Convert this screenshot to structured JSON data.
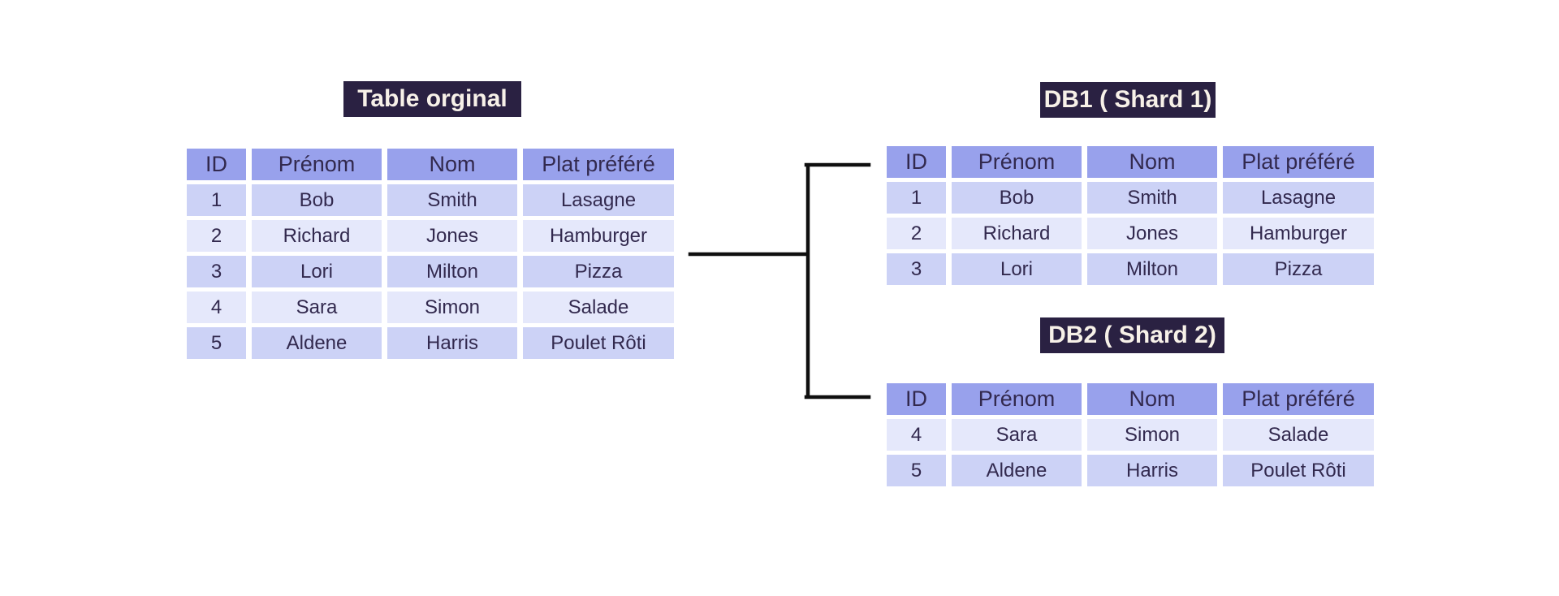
{
  "colors": {
    "page_bg": "#ffffff",
    "title_bg": "#2a2142",
    "title_text": "#f7f1e8",
    "header_bg": "#98a1ec",
    "row_medium": "#ccd2f6",
    "row_light": "#e5e8fb",
    "cell_text": "#32294e",
    "connector_color": "#0f0f0f"
  },
  "tables": {
    "original": {
      "title": "Table orginal",
      "headers": [
        "ID",
        "Prénom",
        "Nom",
        "Plat préféré"
      ],
      "rows": [
        [
          "1",
          "Bob",
          "Smith",
          "Lasagne"
        ],
        [
          "2",
          "Richard",
          "Jones",
          "Hamburger"
        ],
        [
          "3",
          "Lori",
          "Milton",
          "Pizza"
        ],
        [
          "4",
          "Sara",
          "Simon",
          "Salade"
        ],
        [
          "5",
          "Aldene",
          "Harris",
          "Poulet Rôti"
        ]
      ]
    },
    "shard1": {
      "title": "DB1 ( Shard 1)",
      "headers": [
        "ID",
        "Prénom",
        "Nom",
        "Plat préféré"
      ],
      "rows": [
        [
          "1",
          "Bob",
          "Smith",
          "Lasagne"
        ],
        [
          "2",
          "Richard",
          "Jones",
          "Hamburger"
        ],
        [
          "3",
          "Lori",
          "Milton",
          "Pizza"
        ]
      ]
    },
    "shard2": {
      "title": "DB2 ( Shard 2)",
      "headers": [
        "ID",
        "Prénom",
        "Nom",
        "Plat préféré"
      ],
      "rows": [
        [
          "4",
          "Sara",
          "Simon",
          "Salade"
        ],
        [
          "5",
          "Aldene",
          "Harris",
          "Poulet Rôti"
        ]
      ]
    }
  }
}
